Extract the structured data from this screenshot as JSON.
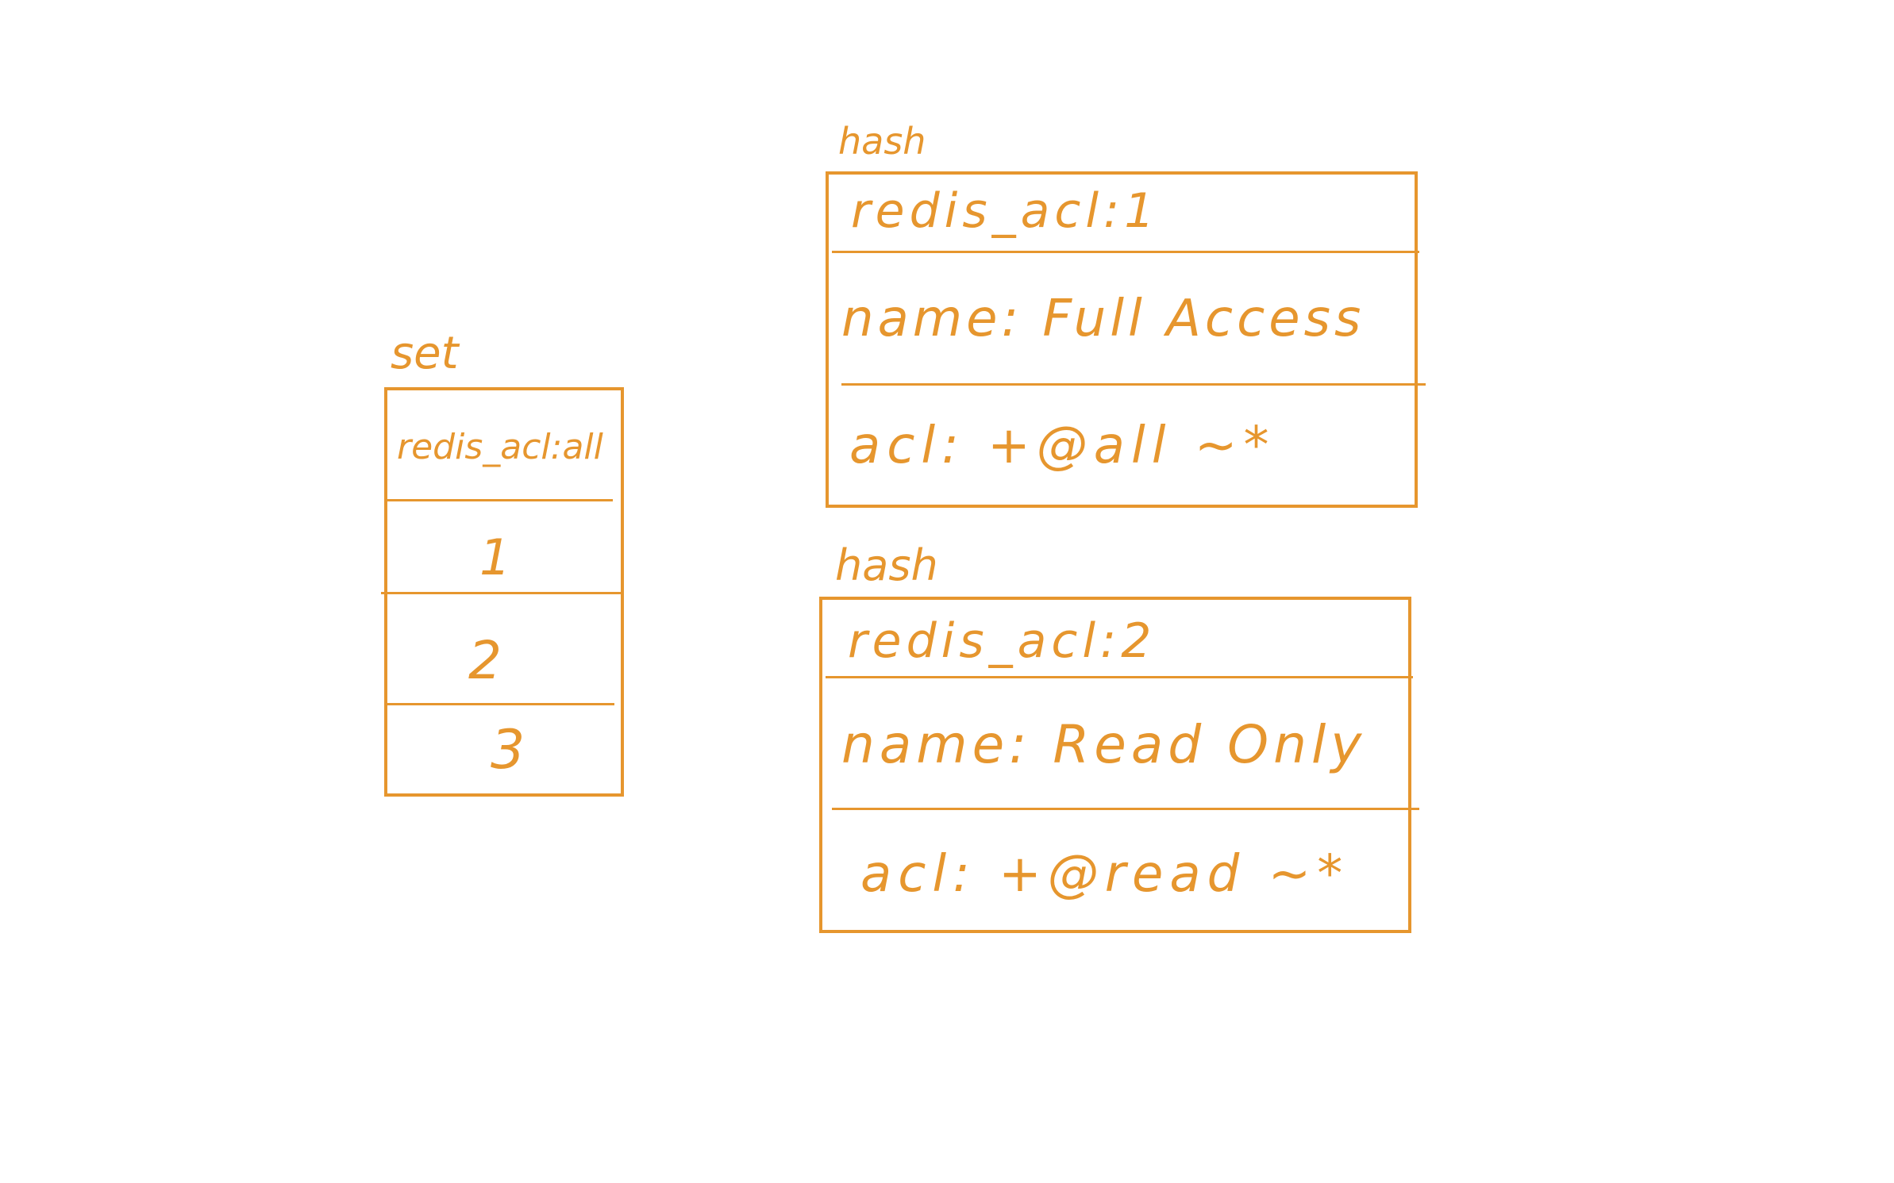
{
  "set": {
    "type_label": "set",
    "key": "redis_acl:all",
    "members": [
      "1",
      "2",
      "3"
    ]
  },
  "hashes": [
    {
      "type_label": "hash",
      "key": "redis_acl:1",
      "name_field": "name: Full Access",
      "acl_field": "acl: +@all ~*"
    },
    {
      "type_label": "hash",
      "key": "redis_acl:2",
      "name_field": "name: Read Only",
      "acl_field": "acl: +@read ~*"
    }
  ],
  "colors": {
    "ink": "#e6962e",
    "background": "#ffffff"
  }
}
